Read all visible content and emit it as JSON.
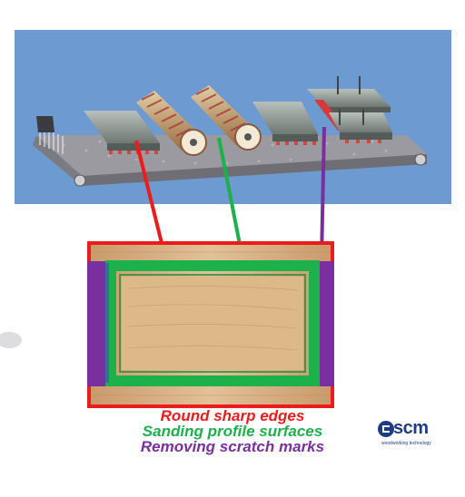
{
  "legend": {
    "items": [
      {
        "key": "red",
        "label": "Round sharp edges",
        "color": "#ee1b1b"
      },
      {
        "key": "green",
        "label": "Sanding profile surfaces",
        "color": "#1cb14a"
      },
      {
        "key": "purple",
        "label": "Removing scratch marks",
        "color": "#7a2f9e"
      }
    ]
  },
  "logo": {
    "brand": "scm",
    "tagline": "woodworking technology",
    "color": "#1d3c86"
  },
  "colors": {
    "machine_background": "#6d9ad0",
    "conveyor": "#8f8f94",
    "wood_panel": "#d8b58c",
    "brush_bristles": "#b03a3a"
  },
  "icons": {
    "machine": "sanding-machine-illustration",
    "panel": "wood-panel-illustration",
    "brush": "rotary-brush-icon"
  }
}
